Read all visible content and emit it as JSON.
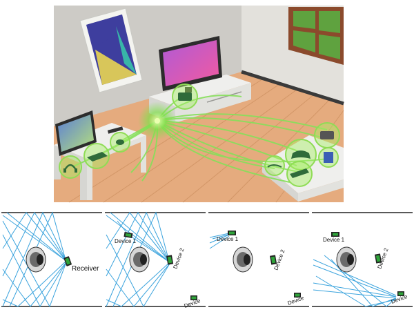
{
  "panels": [
    {
      "receiver_label": "Receiver"
    },
    {
      "device1_label": "Device 1",
      "device2_label": "Device 2",
      "device3_label": "Device"
    },
    {
      "device1_label": "Device 1",
      "device2_label": "Device 2",
      "device3_label": "Device"
    },
    {
      "device1_label": "Device 1",
      "device2_label": "Device 2",
      "device3_label": "Device"
    }
  ],
  "colors": {
    "wall": "#cfcdc9",
    "floor": "#e2a77a",
    "beam": "#7de04a",
    "hub_glow": "#a6f064",
    "ray": "#3aa3dd",
    "device": "#2fa43a"
  }
}
